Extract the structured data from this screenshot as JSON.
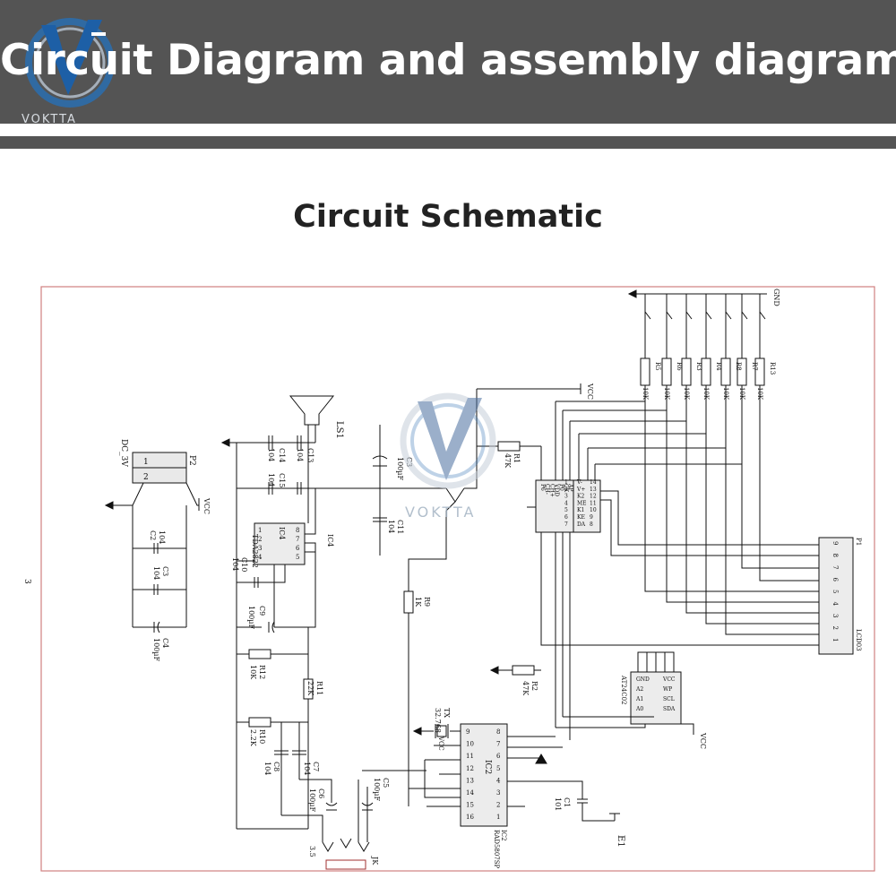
{
  "header": {
    "title": "Circuit Diagram and assembly diagram",
    "logo_text": "VOKTTA",
    "color_banner": "#545454"
  },
  "section": {
    "title": "Circuit Schematic"
  },
  "watermark": {
    "text": "VOKTTA"
  },
  "schematic": {
    "sheet_number": "3",
    "power": {
      "dc_label": "DC_3V",
      "vcc": "VCC",
      "gnd": "GND"
    },
    "connector_p2": {
      "ref": "P2",
      "pin1": "1",
      "pin2": "2"
    },
    "speaker": {
      "ref": "LS1"
    },
    "ic4": {
      "ref": "IC4",
      "part": "TDA2822",
      "pins_left": [
        "1",
        "2",
        "3",
        "4"
      ],
      "pins_right": [
        "8",
        "7",
        "6",
        "5"
      ]
    },
    "ic3": {
      "pins_left_num": [
        "1",
        "2",
        "3",
        "4",
        "5",
        "6",
        "7"
      ],
      "pins_left_name": [
        "P6",
        "CH-",
        "CH+",
        "VDD",
        "P0",
        "CK",
        "AP"
      ],
      "pins_right_name": [
        "V-",
        "V+",
        "K2",
        "ME",
        "K1",
        "KE",
        "DA"
      ],
      "pins_right_num": [
        "14",
        "13",
        "12",
        "11",
        "10",
        "9",
        "8"
      ],
      "side_names": [
        "CH",
        "CH",
        "V-",
        "VDD",
        "CK",
        "DA"
      ]
    },
    "ic2": {
      "ref": "IC2",
      "part": "RAD5807SP",
      "pins_left": [
        "9",
        "10",
        "11",
        "12",
        "13",
        "14",
        "15",
        "16"
      ],
      "pins_right": [
        "8",
        "7",
        "6",
        "5",
        "4",
        "3",
        "2",
        "1"
      ]
    },
    "at24c02": {
      "part": "AT24C02",
      "pins_left": [
        "GND",
        "A2",
        "A1",
        "A0"
      ],
      "pins_right": [
        "VCC",
        "WP",
        "SCL",
        "SDA"
      ]
    },
    "lcd": {
      "ref": "P1",
      "name": "LCD03",
      "pins": [
        "9",
        "8",
        "7",
        "6",
        "5",
        "4",
        "3",
        "2",
        "1"
      ]
    },
    "resistors": [
      {
        "ref": "R5",
        "value": "10K"
      },
      {
        "ref": "R6",
        "value": "10K"
      },
      {
        "ref": "R3",
        "value": "10K"
      },
      {
        "ref": "R4",
        "value": "10K"
      },
      {
        "ref": "R8",
        "value": "10K"
      },
      {
        "ref": "R7",
        "value": "10K"
      },
      {
        "ref": "R13",
        "value": "10K"
      },
      {
        "ref": "R1",
        "value": "47K"
      },
      {
        "ref": "R2",
        "value": "47K"
      },
      {
        "ref": "R9",
        "value": "1K"
      },
      {
        "ref": "R12",
        "value": "10K"
      },
      {
        "ref": "R11",
        "value": "22K"
      },
      {
        "ref": "R10",
        "value": "2.2K"
      }
    ],
    "capacitors": [
      {
        "ref": "C14",
        "value": "104"
      },
      {
        "ref": "C13",
        "value": "104"
      },
      {
        "ref": "C15",
        "value": "104"
      },
      {
        "ref": "C12",
        "value": "104"
      },
      {
        "ref": "C3",
        "value": "100µF"
      },
      {
        "ref": "C11",
        "value": "104"
      },
      {
        "ref": "C2",
        "value": "104"
      },
      {
        "ref": "C3",
        "value": "104"
      },
      {
        "ref": "C4",
        "value": "100µF"
      },
      {
        "ref": "C10",
        "value": "104"
      },
      {
        "ref": "C9",
        "value": "100µF"
      },
      {
        "ref": "C8",
        "value": "104"
      },
      {
        "ref": "C7",
        "value": "104"
      },
      {
        "ref": "C6",
        "value": "100µF"
      },
      {
        "ref": "C5",
        "value": "100µF"
      },
      {
        "ref": "C1",
        "value": "101"
      }
    ],
    "crystal": {
      "ref": "TX",
      "value": "32.768"
    },
    "antenna": {
      "ref": "E1"
    },
    "jack": {
      "ref": "JK",
      "label": "3.5"
    }
  }
}
